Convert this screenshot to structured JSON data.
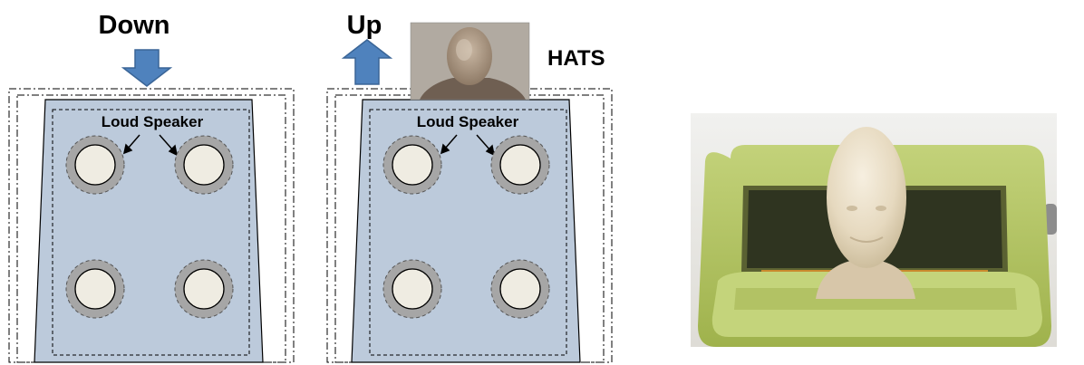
{
  "panels": [
    {
      "direction_label": "Down",
      "arrow": "down-arrow-icon",
      "speaker_label": "Loud Speaker",
      "speaker_count": 4
    },
    {
      "direction_label": "Up",
      "arrow": "up-arrow-icon",
      "speaker_label": "Loud Speaker",
      "speaker_count": 4,
      "inset": "HATS head photo"
    }
  ],
  "hats_label": "HATS",
  "photo": "HATS mannequin head inside green speaker enclosure",
  "colors": {
    "panel_fill": "#bccadb",
    "arrow_fill": "#4f82bd",
    "arrow_stroke": "#3a6597",
    "speaker_ring": "#a6a6a6",
    "speaker_cone": "#efece2",
    "enclosure_green": "#b4c562"
  }
}
